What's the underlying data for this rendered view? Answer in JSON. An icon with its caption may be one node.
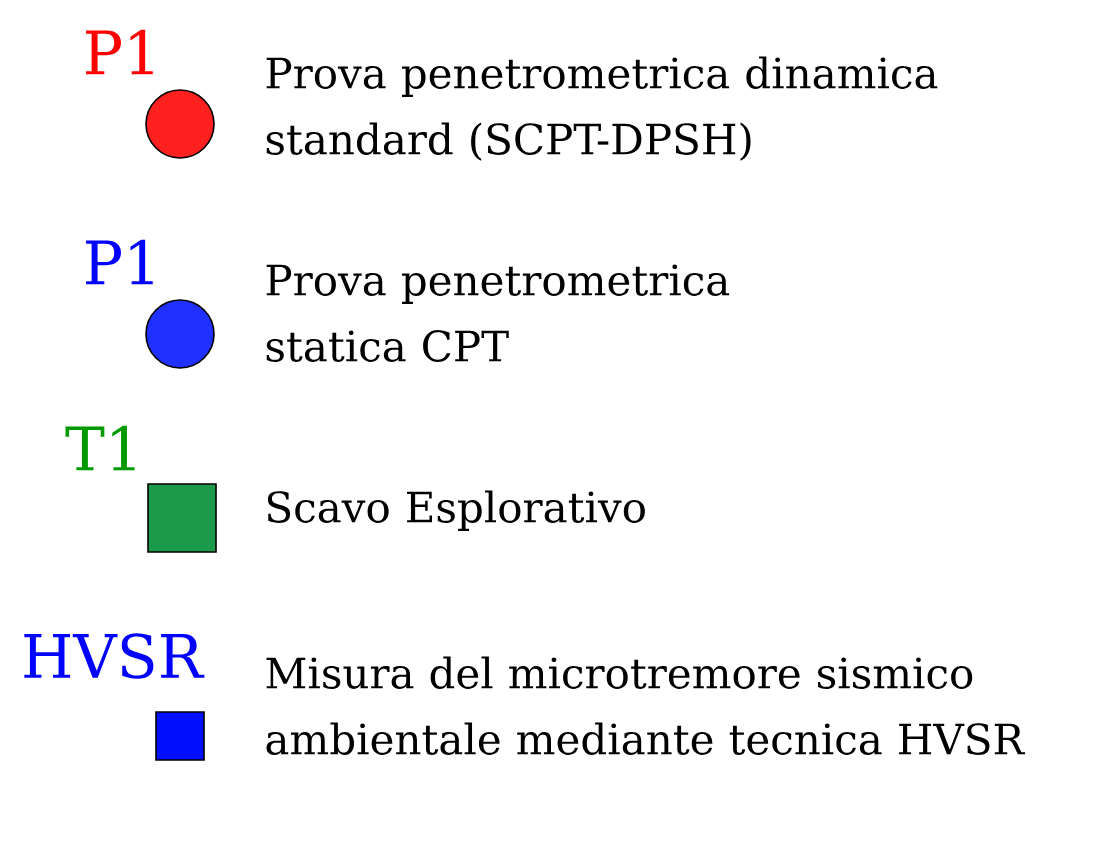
{
  "diagram": {
    "labels": [
      "P1",
      "P1",
      "T1",
      "HVSR"
    ],
    "legend": [
      {
        "text": "Prova penetrometrica dinamica standard (SCPT-DPSH)",
        "color": "#ff2020"
      },
      {
        "text": "Prova penetrometrica statica CPT",
        "color": "#2030ff"
      },
      {
        "text": "Scavo Esplorativo",
        "color": "#1a9a4a"
      },
      {
        "text": "Misura del microtremore sismico ambientale mediante tecnica HVSR",
        "color": "#0010ff"
      }
    ]
  }
}
